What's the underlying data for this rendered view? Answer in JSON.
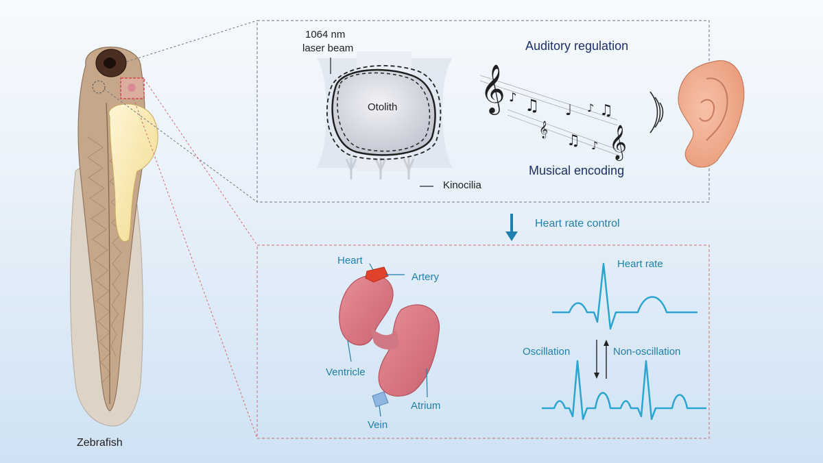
{
  "labels": {
    "laser_line1": "1064 nm",
    "laser_line2": "laser beam",
    "otolith": "Otolith",
    "kinocilia": "Kinocilia",
    "auditory": "Auditory regulation",
    "musical": "Musical encoding",
    "heart_rate_control": "Heart rate control",
    "heart": "Heart",
    "artery": "Artery",
    "ventricle": "Ventricle",
    "atrium": "Atrium",
    "vein": "Vein",
    "heart_rate": "Heart rate",
    "oscillation": "Oscillation",
    "non_oscillation": "Non-oscillation",
    "zebrafish": "Zebrafish"
  },
  "colors": {
    "teal": "#1f7fae",
    "navy": "#1b2f6b",
    "trace": "#2aa5cf",
    "heart_body": "#d97a86",
    "artery": "#e0432a",
    "vein": "#8fb6e0",
    "yolk": "#f6e3a3",
    "fish_body": "#c7a78a"
  }
}
